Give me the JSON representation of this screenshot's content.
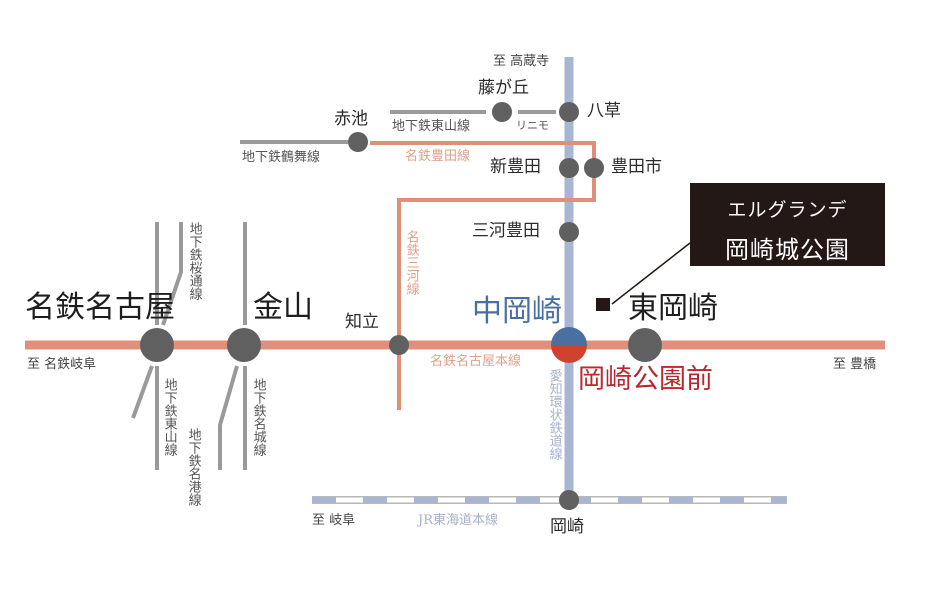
{
  "colors": {
    "meitetsu_line": "#e0907a",
    "subway_line": "#9a9a9a",
    "aichi_loop_line": "#a8b6d4",
    "jr_line": "#a8b6d4",
    "station_node": "#606060",
    "naka_okazaki_label": "#4a6fa0",
    "okazaki_koen_mae_label": "#b8282e",
    "callout_bg": "#231815",
    "callout_text": "#ffffff"
  },
  "property": {
    "name_line1": "エルグランデ",
    "name_line2": "岡崎城公園"
  },
  "stations": {
    "meitetsu_nagoya": "名鉄名古屋",
    "kanayama": "金山",
    "chiryu": "知立",
    "naka_okazaki": "中岡崎",
    "okazaki_koen_mae": "岡崎公園前",
    "higashi_okazaki": "東岡崎",
    "mikawa_toyota": "三河豊田",
    "shin_toyota": "新豊田",
    "toyotashi": "豊田市",
    "yakusa": "八草",
    "fujigaoka": "藤が丘",
    "akaike": "赤池",
    "okazaki": "岡崎"
  },
  "directions": {
    "to_meitetsu_gifu": "至 名鉄岐阜",
    "to_toyohashi": "至 豊橋",
    "to_kozoji": "至 高蔵寺",
    "to_gifu": "至 岐阜"
  },
  "lines": {
    "meitetsu_nagoya_main": "名鉄名古屋本線",
    "meitetsu_mikawa": "名鉄三河線",
    "meitetsu_toyota": "名鉄豊田線",
    "aichi_loop": "愛知環状鉄道線",
    "jr_tokaido": "JR東海道本線",
    "subway_higashiyama_top": "地下鉄東山線",
    "linimo": "リニモ",
    "subway_tsurumai": "地下鉄鶴舞線",
    "subway_sakuradori": "地下鉄桜通線",
    "subway_higashiyama_bottom": "地下鉄東山線",
    "subway_meiko": "地下鉄名港線",
    "subway_meijo": "地下鉄名城線"
  }
}
